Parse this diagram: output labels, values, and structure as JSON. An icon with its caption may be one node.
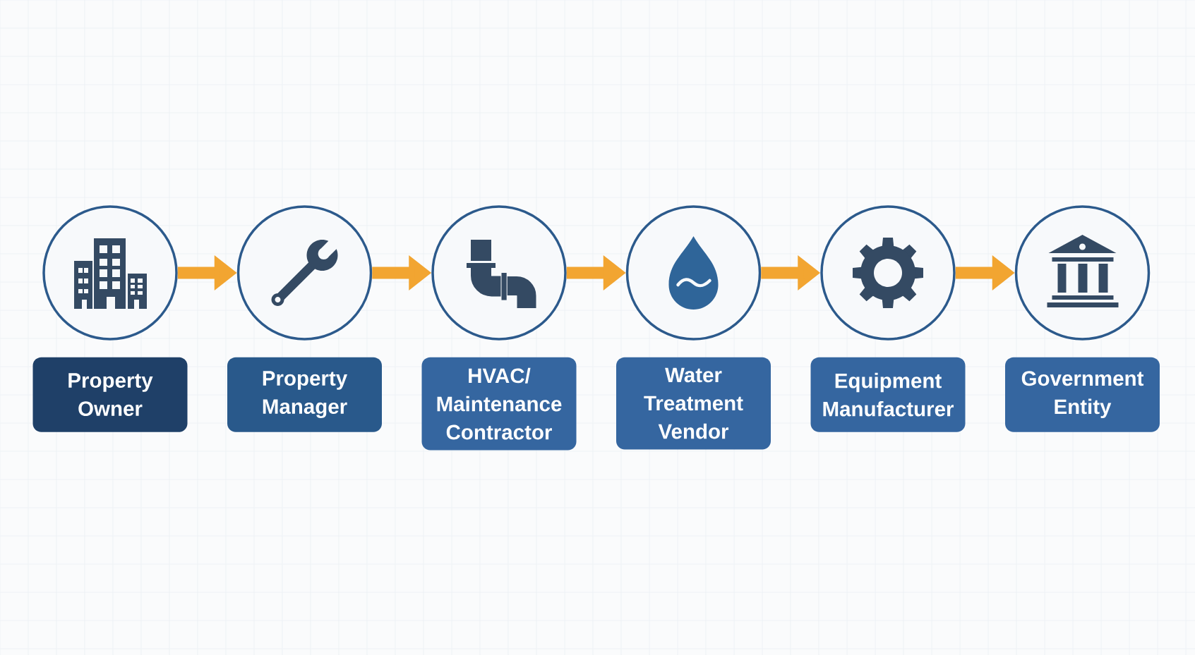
{
  "diagram": {
    "nodes": [
      {
        "text": [],
        "shape": "circle"
      },
      {
        "text": [],
        "shape": "circle"
      },
      {
        "text": [],
        "shape": "circle"
      },
      {
        "text": [],
        "shape": "circle"
      },
      {
        "text": [],
        "shape": "circle"
      },
      {
        "text": [],
        "shape": "circle"
      },
      {
        "text": [
          "Property Owner"
        ]
      },
      {
        "text": [
          "Property Manager"
        ]
      },
      {
        "text": [
          "HVAC/ Maintenance Contractor"
        ]
      },
      {
        "text": [
          "Water Treatment Vendor"
        ]
      },
      {
        "text": [
          "Equipment Manufacturer"
        ]
      },
      {
        "text": [
          "Government Entity"
        ]
      }
    ],
    "edges": [
      {
        "from": 0,
        "to": 1,
        "arrow": "to"
      },
      {
        "from": 1,
        "to": 2,
        "arrow": "to"
      },
      {
        "from": 2,
        "to": 3,
        "arrow": "to"
      },
      {
        "from": 3,
        "to": 4,
        "arrow": "to"
      },
      {
        "from": 4,
        "to": 5,
        "arrow": "to"
      }
    ]
  }
}
